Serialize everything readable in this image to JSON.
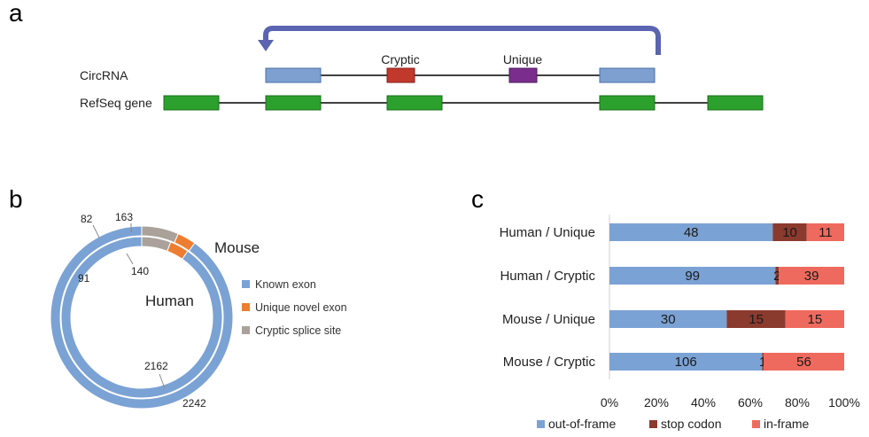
{
  "panels": {
    "a": {
      "letter": "a",
      "labels": {
        "circ": "CircRNA",
        "refseq": "RefSeq gene",
        "cryptic": "Cryptic",
        "unique": "Unique"
      },
      "colors": {
        "circ_exon": "#7ea0d0",
        "cryptic_exon": "#c0392b",
        "unique_exon": "#7b2d8e",
        "refseq_exon": "#2ca02c",
        "arrow": "#5a64b0"
      }
    },
    "b": {
      "letter": "b",
      "outer_label": "Mouse",
      "inner_label": "Human",
      "colors": {
        "known": "#7ba2d4",
        "unique": "#ed7d31",
        "cryptic": "#aaa29a"
      }
    },
    "c": {
      "letter": "c",
      "colors": {
        "out": "#7ba2d4",
        "stop": "#8b3a2e",
        "in": "#ef6a5e"
      }
    }
  },
  "chart_data": [
    {
      "type": "pie",
      "ring": "outer",
      "series_name": "Mouse",
      "categories": [
        "Known exon",
        "Unique novel exon",
        "Cryptic splice site"
      ],
      "values": [
        2242,
        82,
        163
      ]
    },
    {
      "type": "pie",
      "ring": "inner",
      "series_name": "Human",
      "categories": [
        "Known exon",
        "Unique novel exon",
        "Cryptic splice site"
      ],
      "values": [
        2162,
        91,
        140
      ]
    },
    {
      "type": "bar",
      "orientation": "horizontal",
      "stacked": "percent",
      "categories": [
        "Human / Unique",
        "Human / Cryptic",
        "Mouse / Unique",
        "Mouse / Cryptic"
      ],
      "series": [
        {
          "name": "out-of-frame",
          "values": [
            48,
            99,
            30,
            106
          ]
        },
        {
          "name": "stop codon",
          "values": [
            10,
            2,
            15,
            1
          ]
        },
        {
          "name": "in-frame",
          "values": [
            11,
            39,
            15,
            56
          ]
        }
      ],
      "xlim": [
        0,
        100
      ],
      "xticks": [
        "0%",
        "20%",
        "40%",
        "60%",
        "80%",
        "100%"
      ],
      "legend": "bottom"
    }
  ]
}
